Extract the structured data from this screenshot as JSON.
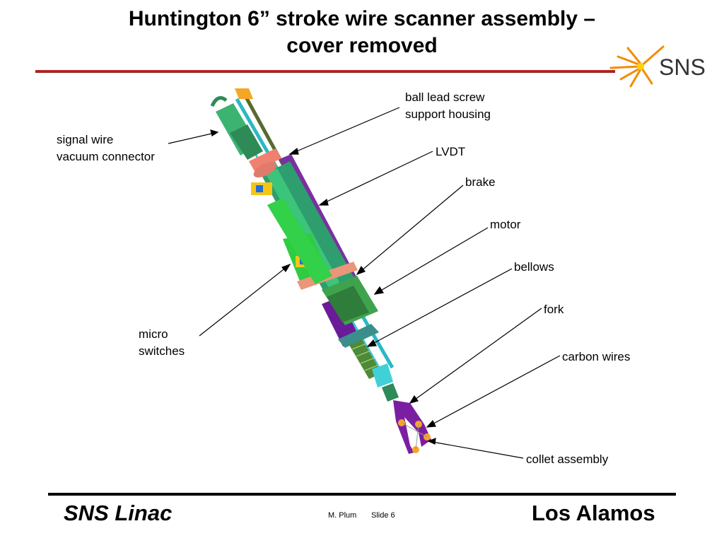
{
  "title": {
    "line1": "Huntington 6” stroke wire scanner assembly –",
    "line2": "cover removed"
  },
  "logo": {
    "text": "SNS",
    "icon": "sns-starburst-logo-icon",
    "accent": "#f28c00"
  },
  "colors": {
    "rule_top": "#b22222",
    "rule_bottom": "#000000"
  },
  "labels": {
    "ball_lead_screw_line1": "ball lead screw",
    "ball_lead_screw_line2": "support housing",
    "signal_wire_line1": "signal wire",
    "signal_wire_line2": "vacuum connector",
    "lvdt": "LVDT",
    "brake": "brake",
    "motor": "motor",
    "bellows": "bellows",
    "fork": "fork",
    "micro_line1": "micro",
    "micro_line2": "switches",
    "carbon_wires": "carbon wires",
    "collet_assembly": "collet assembly"
  },
  "footer": {
    "left": "SNS Linac",
    "author": "M. Plum",
    "slide": "Slide 6",
    "right": "Los Alamos"
  }
}
